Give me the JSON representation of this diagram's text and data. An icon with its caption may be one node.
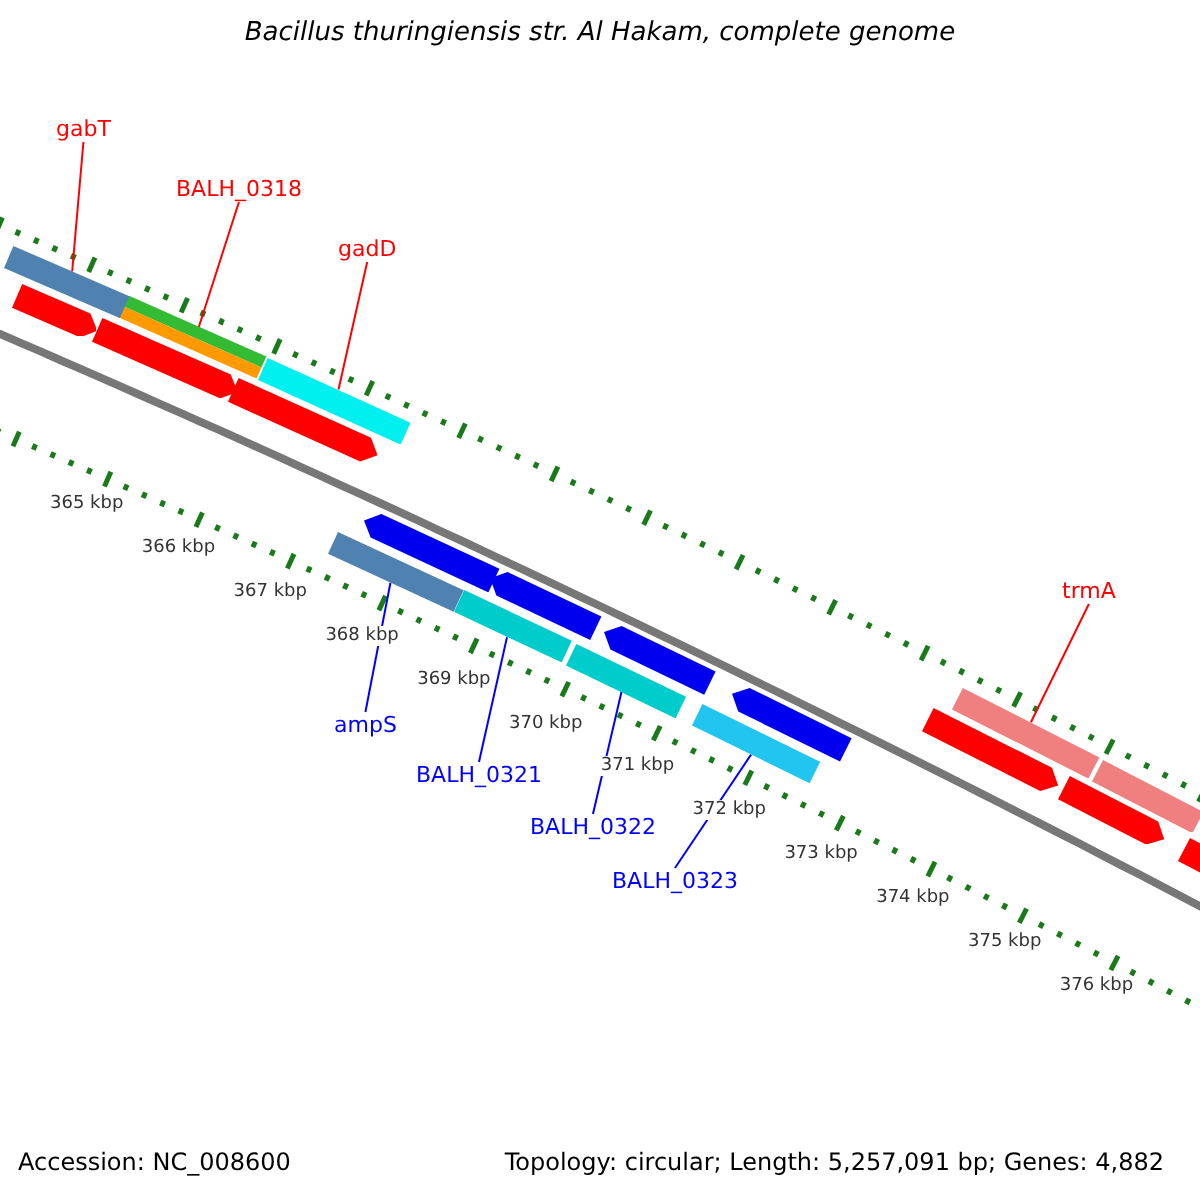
{
  "diagram": {
    "title": "Bacillus thuringiensis str. Al Hakam, complete genome",
    "nodes": [
      {
        "text": [
          "gabT"
        ]
      },
      {
        "text": [
          "BALH_0318"
        ]
      },
      {
        "text": [
          "gadD"
        ]
      },
      {
        "text": [
          "trmA"
        ]
      },
      {
        "text": [
          "ampS"
        ]
      },
      {
        "text": [
          "BALH_0321"
        ]
      },
      {
        "text": [
          "BALH_0322"
        ]
      },
      {
        "text": [
          "BALH_0323"
        ]
      },
      {
        "text": [],
        "shape": "bar"
      },
      {
        "text": [],
        "shape": "bar"
      },
      {
        "text": [],
        "shape": "bar"
      },
      {
        "text": [],
        "shape": "bar"
      },
      {
        "text": [],
        "shape": "bar"
      },
      {
        "text": [],
        "shape": "bar"
      },
      {
        "text": [],
        "shape": "bar"
      },
      {
        "text": [],
        "shape": "bar"
      },
      {
        "text": [],
        "shape": "arrow"
      },
      {
        "text": [],
        "shape": "arrow"
      },
      {
        "text": [],
        "shape": "arrow"
      },
      {
        "text": [],
        "shape": "arrow"
      },
      {
        "text": [],
        "shape": "arrow"
      },
      {
        "text": [],
        "shape": "arrow"
      },
      {
        "text": [],
        "shape": "bar"
      },
      {
        "text": [],
        "shape": "arrow"
      },
      {
        "text": [],
        "shape": "arrow"
      },
      {
        "text": [],
        "shape": "arrow"
      },
      {
        "text": [],
        "shape": "arrow"
      }
    ],
    "edges": [
      {
        "from": 0,
        "to": 8,
        "arrow": "none"
      },
      {
        "from": 1,
        "to": 9,
        "arrow": "none"
      },
      {
        "from": 2,
        "to": 10,
        "arrow": "none"
      },
      {
        "from": 3,
        "to": 11,
        "arrow": "none"
      },
      {
        "from": 4,
        "to": 12,
        "arrow": "none",
        "color": "#0000ff"
      },
      {
        "from": 5,
        "to": 13,
        "arrow": "none",
        "color": "#0000ff"
      },
      {
        "from": 6,
        "to": 14,
        "arrow": "none",
        "color": "#0000ff"
      },
      {
        "from": 7,
        "to": 15,
        "arrow": "none",
        "color": "#0000ff"
      }
    ],
    "labels": [
      "365 kbp",
      "366 kbp",
      "367 kbp",
      "368 kbp",
      "369 kbp",
      "370 kbp",
      "371 kbp",
      "372 kbp",
      "373 kbp",
      "374 kbp",
      "375 kbp",
      "376 kbp",
      "Accession: NC_008600",
      "Topology: circular; Length: 5,257,091 bp; Genes: 4,882"
    ]
  }
}
